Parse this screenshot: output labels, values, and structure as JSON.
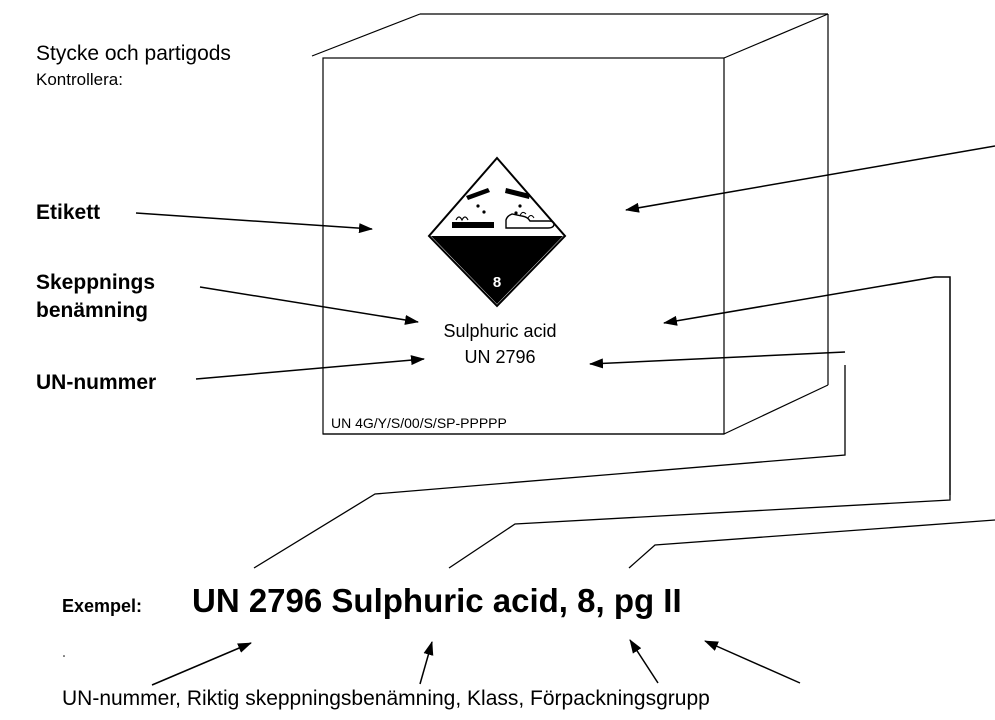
{
  "header": {
    "title": "Stycke och partigods",
    "subtitle": "Kontrollera:"
  },
  "labels": {
    "etikett": "Etikett",
    "skeppnings_line1": "Skeppnings",
    "skeppnings_line2": "benämning",
    "un_nummer": "UN-nummer"
  },
  "package": {
    "shipping_name": "Sulphuric acid",
    "un_number": "UN 2796",
    "class_number": "8",
    "pkg_code": "UN  4G/Y/S/00/S/SP-PPPPP"
  },
  "example": {
    "prefix": "Exempel:",
    "text": "UN 2796 Sulphuric acid, 8, pg II"
  },
  "legend": {
    "text": "UN-nummer, Riktig skeppningsbenämning, Klass, Förpackningsgrupp"
  },
  "colors": {
    "ink": "#000000",
    "background": "#ffffff"
  }
}
